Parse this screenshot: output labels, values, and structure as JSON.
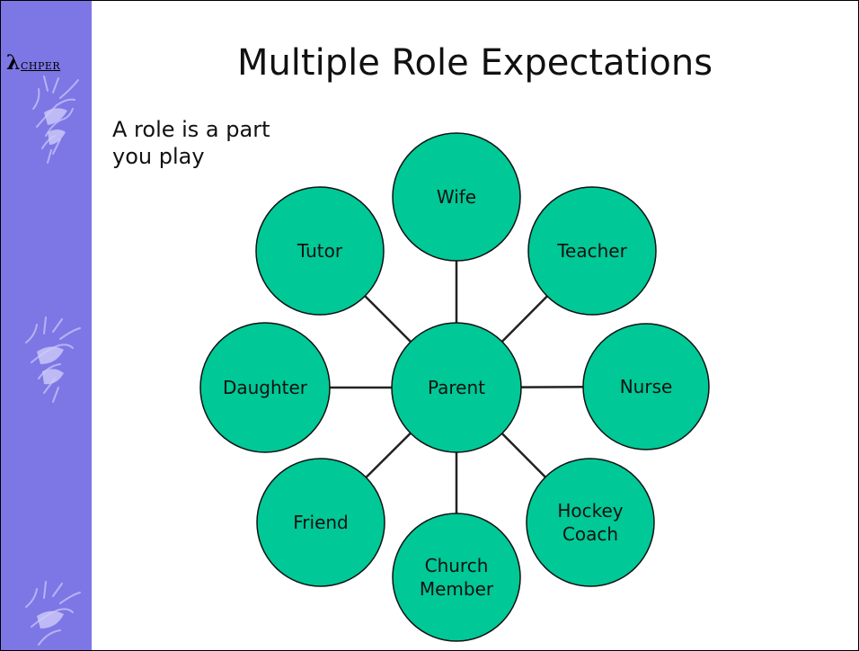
{
  "slide": {
    "title": "Multiple Role Expectations",
    "subtitle_lines": [
      "A role is a part",
      "you play"
    ]
  },
  "sidebar": {
    "logo_initial": "λ",
    "logo_text": "CHPER",
    "background_color": "#7d77e5"
  },
  "diagram": {
    "node_color": "#00c896",
    "connector_color": "#222222",
    "center": {
      "label_lines": [
        "Parent"
      ]
    },
    "roles": [
      {
        "id": "wife",
        "label_lines": [
          "Wife"
        ]
      },
      {
        "id": "teacher",
        "label_lines": [
          "Teacher"
        ]
      },
      {
        "id": "nurse",
        "label_lines": [
          "Nurse"
        ]
      },
      {
        "id": "hockey-coach",
        "label_lines": [
          "Hockey",
          "Coach"
        ]
      },
      {
        "id": "church-member",
        "label_lines": [
          "Church",
          "Member"
        ]
      },
      {
        "id": "friend",
        "label_lines": [
          "Friend"
        ]
      },
      {
        "id": "daughter",
        "label_lines": [
          "Daughter"
        ]
      },
      {
        "id": "tutor",
        "label_lines": [
          "Tutor"
        ]
      }
    ]
  }
}
